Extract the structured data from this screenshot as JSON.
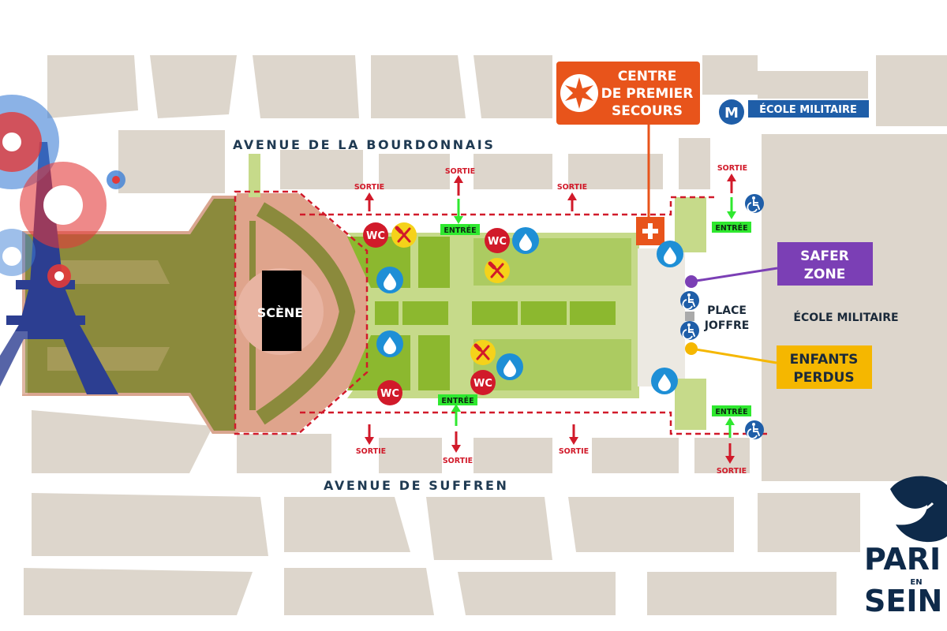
{
  "streets": {
    "north": "AVENUE DE LA BOURDONNAIS",
    "south": "AVENUE DE SUFFREN"
  },
  "stage": {
    "label": "SCÈNE"
  },
  "first_aid": {
    "line1": "CENTRE",
    "line2": "DE PREMIER",
    "line3": "SECOURS",
    "color": "#e8541b"
  },
  "metro": {
    "letter": "M",
    "station": "ÉCOLE MILITAIRE",
    "color": "#1f5ea8"
  },
  "safer_zone": {
    "line1": "SAFER",
    "line2": "ZONE",
    "color": "#7b3fb5"
  },
  "lost_children": {
    "line1": "ENFANTS",
    "line2": "PERDUS",
    "color": "#f5b700"
  },
  "place": {
    "line1": "PLACE",
    "line2": "JOFFRE"
  },
  "ecole_label": "ÉCOLE MILITAIRE",
  "labels": {
    "sortie": "SORTIE",
    "entree": "ENTRÉE",
    "wc": "WC"
  },
  "logo": {
    "line1": "PARI",
    "line2": "SEIN",
    "small": "EN"
  },
  "colors": {
    "exit_red": "#d11a2a",
    "entry_green": "#2fe82f",
    "water_blue": "#1e8fd6",
    "food_yellow": "#f5d21a",
    "wc_red": "#d11a2a",
    "access_blue": "#1f5ea8",
    "lawn": "#c6da8a",
    "lawn_dark": "#8cb82f",
    "garden": "#8b8a3c",
    "building": "#ddd6cc",
    "eiffel": "#2c3e91"
  }
}
